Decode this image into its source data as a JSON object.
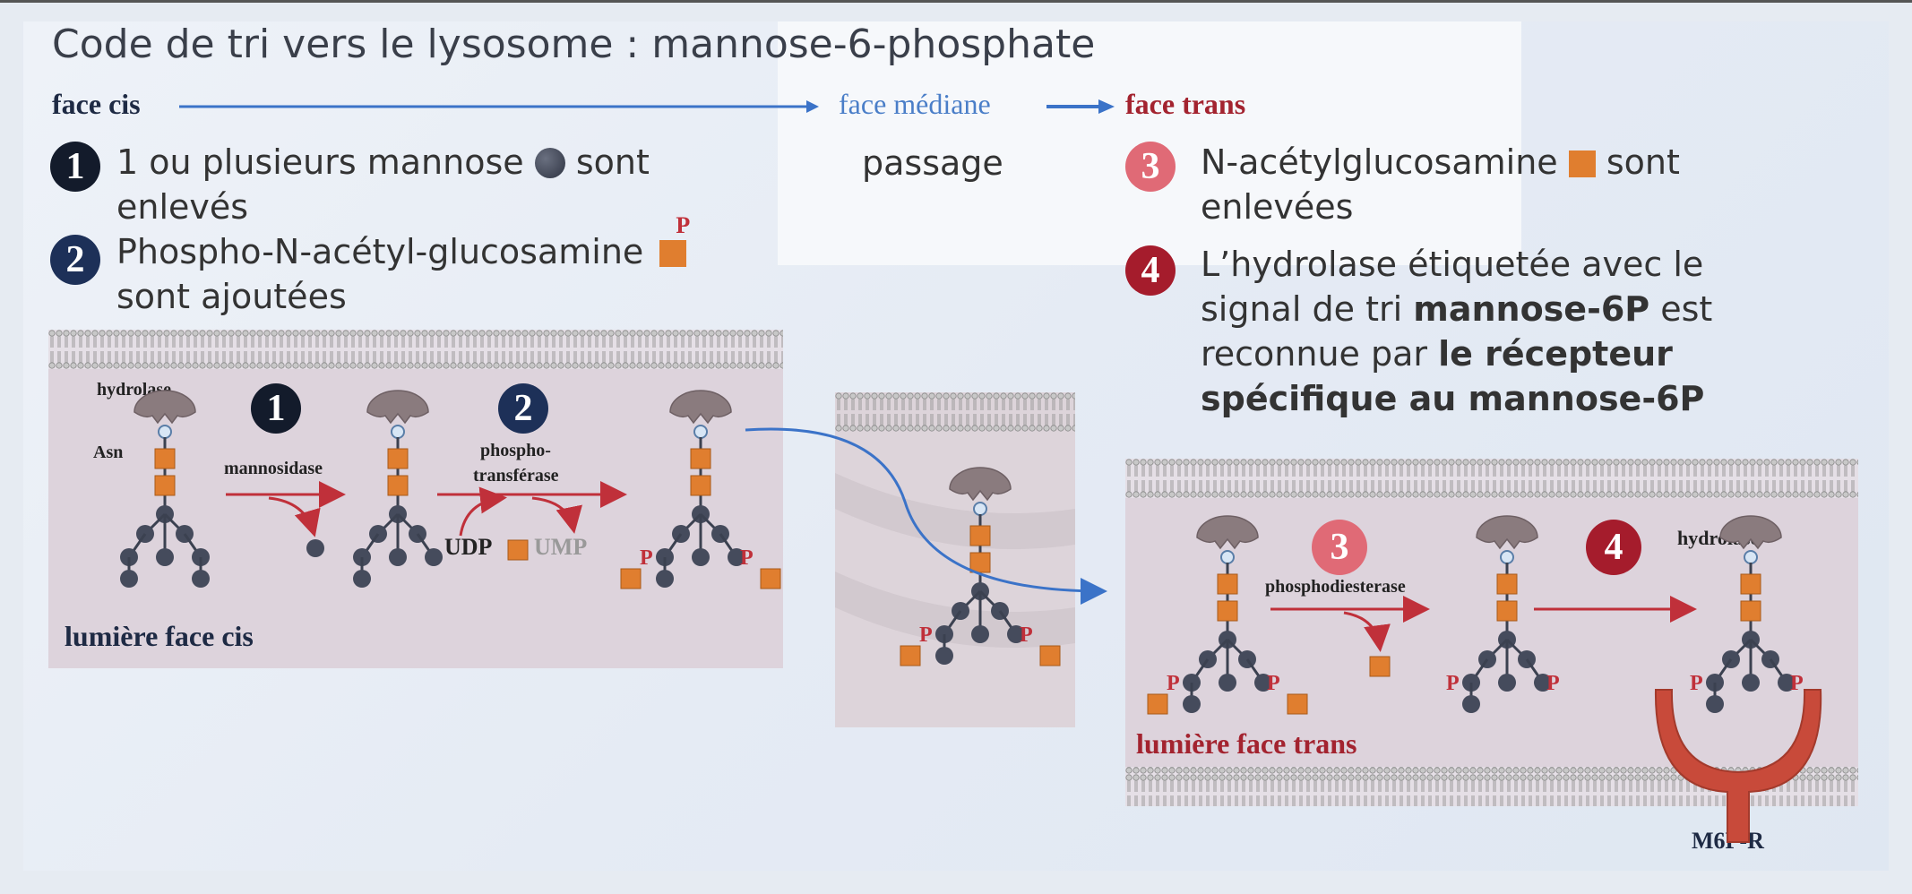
{
  "title": "Code de tri vers le lysosome : mannose-6-phosphate",
  "faces": {
    "cis": "face cis",
    "mediane": "face médiane",
    "trans": "face trans",
    "passage": "passage"
  },
  "steps": [
    {
      "num": "1",
      "text_a": "1 ou plusieurs mannose",
      "text_b": "sont",
      "text_c": "enlevés"
    },
    {
      "num": "2",
      "text_a": "Phospho-N-acétyl-glucosamine",
      "text_b": "sont ajoutées"
    },
    {
      "num": "3",
      "text_a": "N-acétylglucosamine",
      "text_b": "sont",
      "text_c": "enlevées"
    },
    {
      "num": "4",
      "line1": "L’hydrolase étiquetée avec le",
      "line2a": "signal de tri ",
      "line2b": "mannose-6P",
      "line2c": " est",
      "line3a": "reconnue par ",
      "line3b": "le récepteur",
      "line4": "spécifique au mannose-6P"
    }
  ],
  "diagram": {
    "hydrolase": "hydrolase",
    "asn": "Asn",
    "mannosidase": "mannosidase",
    "phosphotransferase_1": "phospho-",
    "phosphotransferase_2": "transférase",
    "udp": "UDP",
    "ump": "UMP",
    "phosphodiesterase": "phosphodiesterase",
    "p": "P",
    "lumiere_cis": "lumière face cis",
    "lumiere_trans": "lumière face trans",
    "m6pr": "M6P-R",
    "hydrolase_trans": "hydrolase"
  },
  "colors": {
    "step_dark": "#131b2b",
    "step_navy": "#1d3058",
    "step_pink": "#e06a76",
    "step_red": "#a51c2c",
    "face_trans": "#a3232f",
    "face_mediane": "#4a7ec8",
    "arrow_blue": "#3b73c8",
    "gal": "#e07e2f",
    "mannose": "#454b5c",
    "phosphate": "#c0303a"
  }
}
